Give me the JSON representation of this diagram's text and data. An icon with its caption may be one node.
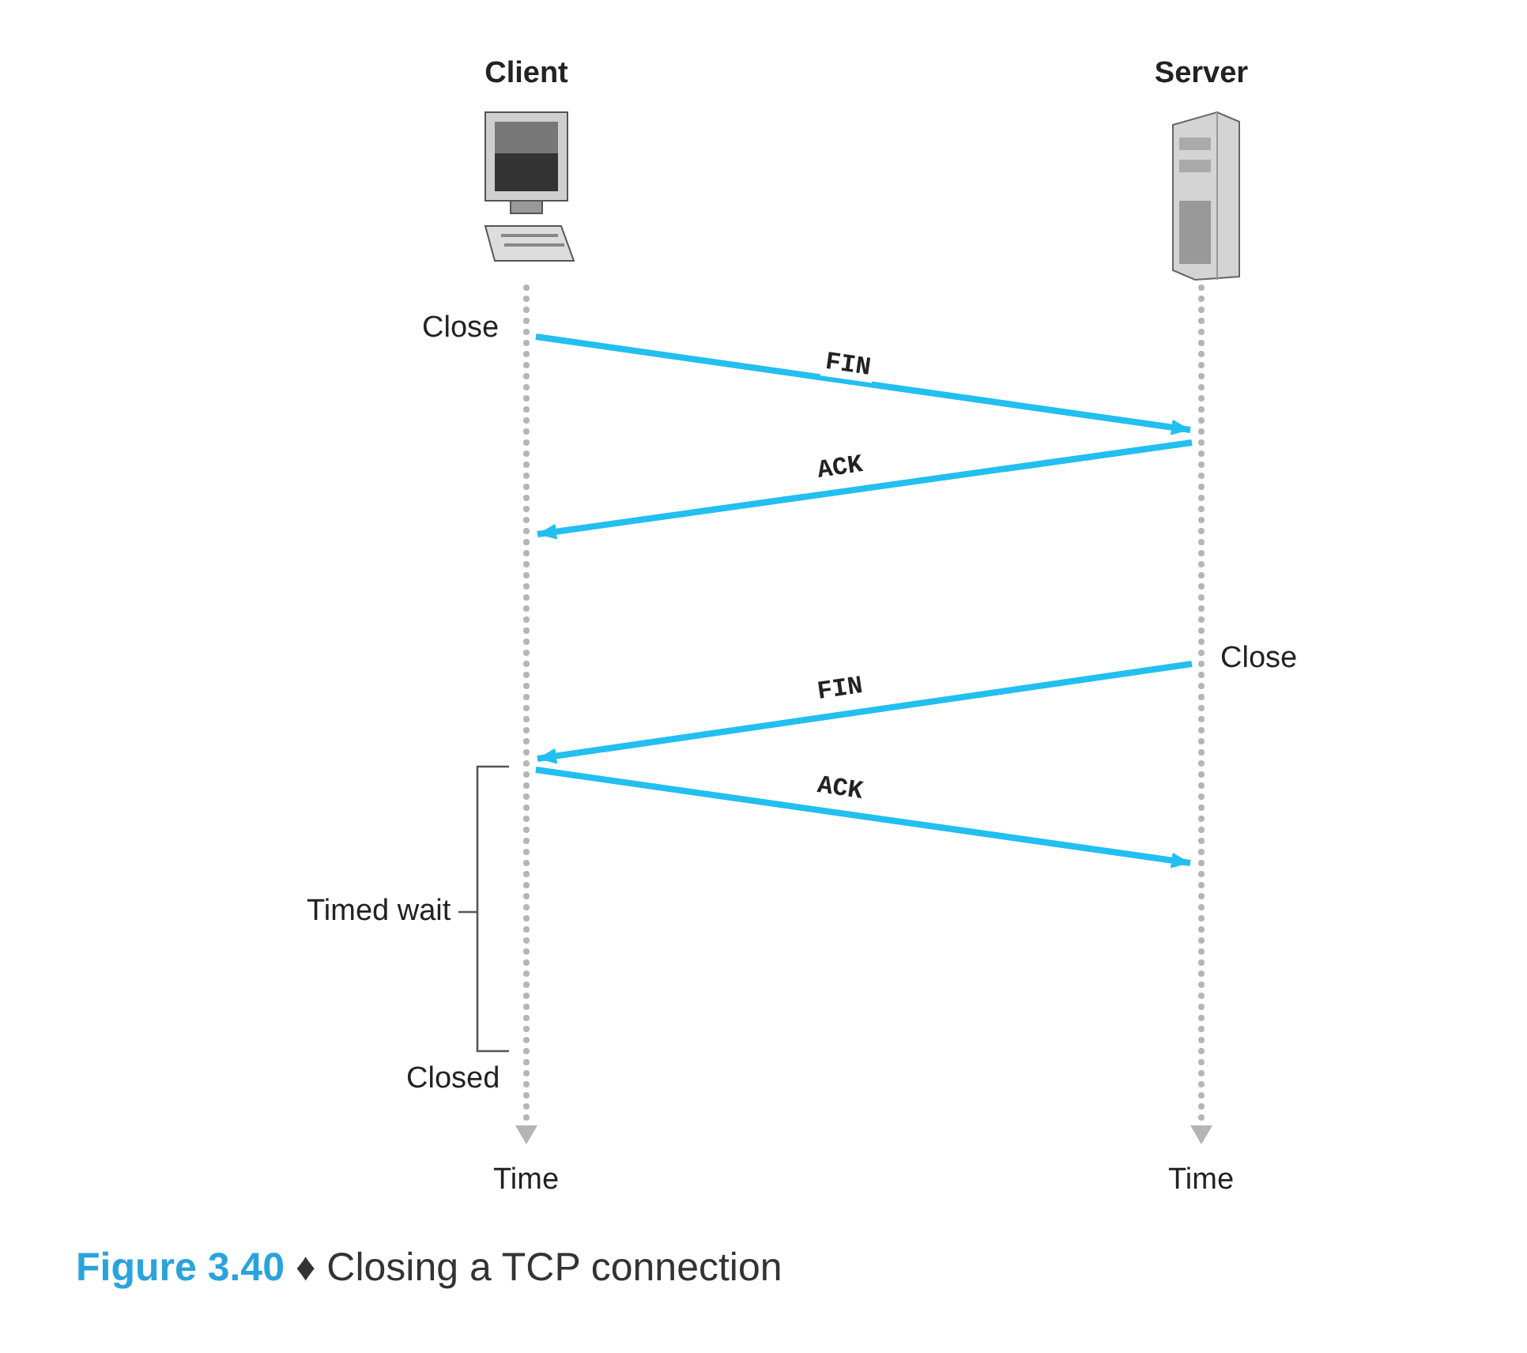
{
  "diagram": {
    "caption": "**Figure 3.40** ♦ Closing a TCP connection",
    "nodes": [
      {
        "text": [
          "Client"
        ]
      },
      {
        "text": [
          "Server"
        ]
      }
    ],
    "edges": [
      {
        "from": 0,
        "to": 1,
        "arrow": "to",
        "label": "FIN"
      },
      {
        "from": 1,
        "to": 0,
        "arrow": "to",
        "label": "ACK"
      },
      {
        "from": 1,
        "to": 0,
        "arrow": "to",
        "label": "FIN"
      },
      {
        "from": 0,
        "to": 1,
        "arrow": "to",
        "label": "ACK"
      }
    ],
    "labels": [
      "Close",
      "Close",
      "Timed wait",
      "Closed",
      "Time",
      "Time"
    ]
  }
}
